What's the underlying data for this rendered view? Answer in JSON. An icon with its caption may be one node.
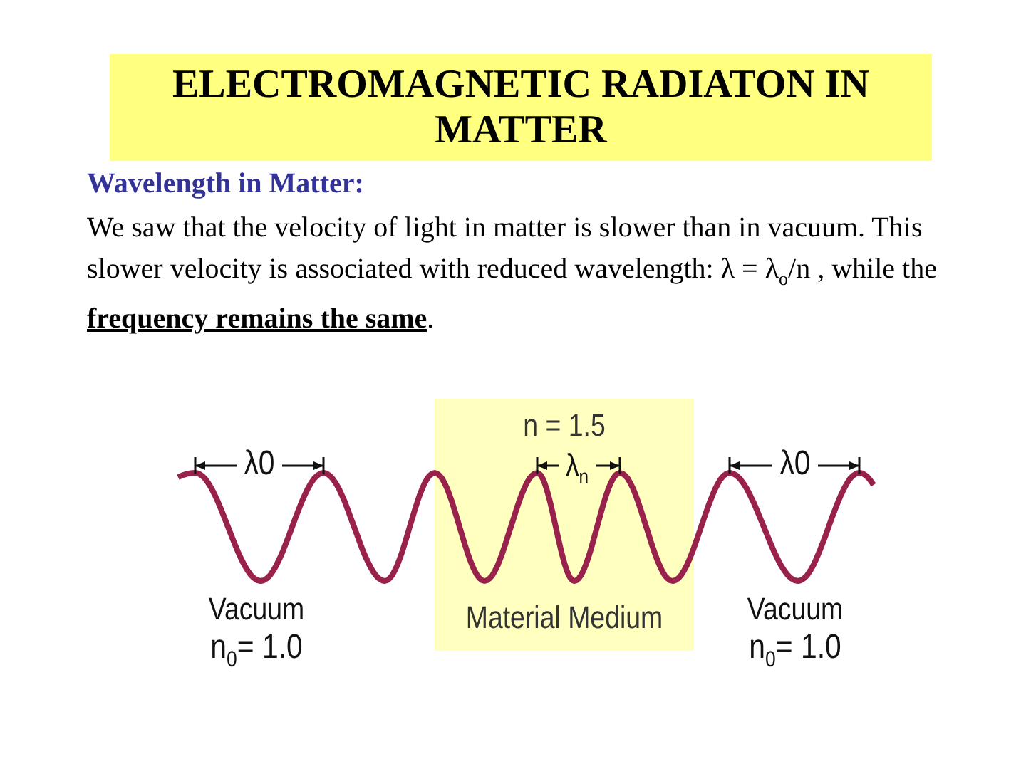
{
  "diagram": {
    "title": "ELECTROMAGNETIC RADIATON IN MATTER",
    "nodes": [
      {
        "text": [
          "n = 1.5",
          "Material Medium"
        ]
      }
    ],
    "labels": [
      "Wavelength in Matter:",
      "We saw that the velocity of light in matter is slower than in vacuum. This slower velocity is associated with reduced wavelength: λ = λ$_{o}$/n , while the **frequency remains the same**.",
      "λ0",
      "λ$_{n}$",
      "λ0",
      "Vacuum",
      "n$_{0}$= 1.0",
      "Vacuum",
      "n$_{0}$= 1.0"
    ]
  }
}
